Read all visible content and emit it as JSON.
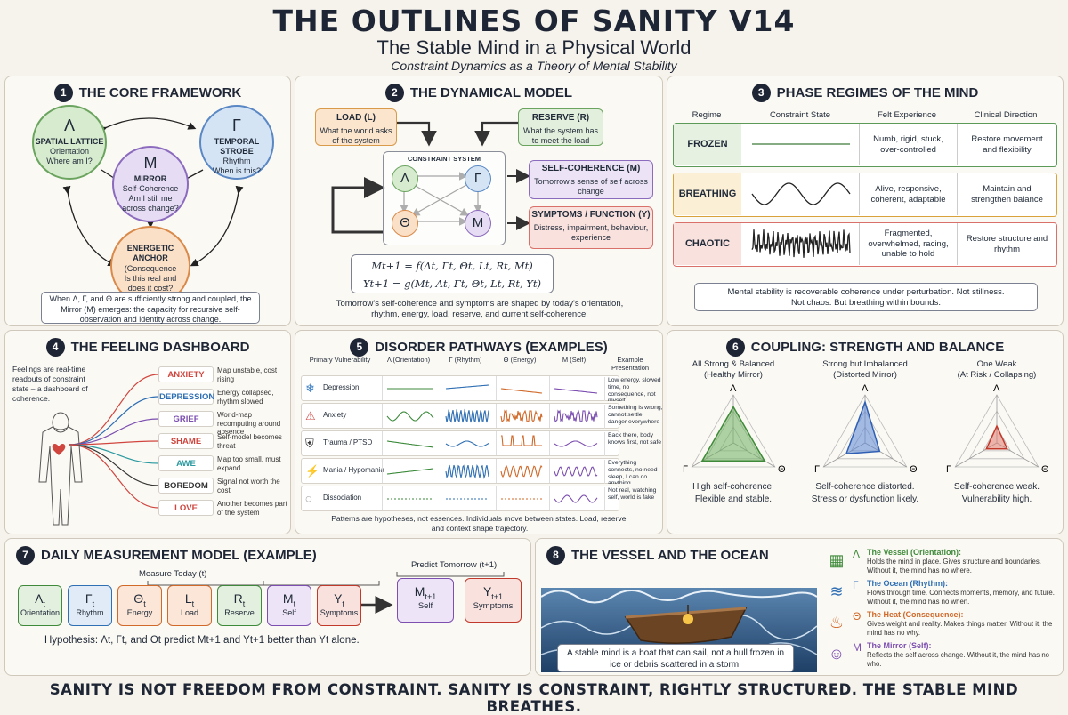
{
  "title": "THE OUTLINES OF SANITY V14",
  "subtitle": "The Stable Mind in a Physical World",
  "tagline": "Constraint Dynamics as a Theory of Mental Stability",
  "p1": {
    "num": "1",
    "title": "THE CORE FRAMEWORK",
    "lattice": {
      "g": "Λ",
      "name": "SPATIAL LATTICE",
      "d1": "Orientation",
      "d2": "Where am I?"
    },
    "strobe": {
      "g": "Γ",
      "name": "TEMPORAL STROBE",
      "d1": "Rhythm",
      "d2": "When is this?"
    },
    "mirror": {
      "g": "M",
      "name": "MIRROR",
      "d1": "Self-Coherence",
      "d2": "Am I still me",
      "d3": "across change?"
    },
    "anchor": {
      "name": "ENERGETIC ANCHOR",
      "d1": "(Consequence",
      "d2": "Is this real and",
      "d3": "does it cost?"
    },
    "note": "When Λ, Γ, and Θ are sufficiently strong and coupled, the Mirror (M) emerges: the capacity for recursive self-observation and identity across change."
  },
  "p2": {
    "num": "2",
    "title": "THE DYNAMICAL MODEL",
    "load": {
      "t": "LOAD (L)",
      "d": "What the world asks of the system"
    },
    "reserve": {
      "t": "RESERVE (R)",
      "d": "What the system has to meet the load"
    },
    "cs": "CONSTRAINT SYSTEM",
    "nl": "Λ",
    "ng": "Γ",
    "nt": "Θ",
    "nm": "M",
    "self": {
      "t": "SELF-COHERENCE (M)",
      "d": "Tomorrow's sense of self across change"
    },
    "symp": {
      "t": "SYMPTOMS / FUNCTION (Y)",
      "d": "Distress, impairment, behaviour, experience"
    },
    "eq1": "Mt+1 = f(Λt, Γt, Θt, Lt, Rt, Mt)",
    "eq2": "Yt+1 = g(Mt, Λt, Γt, Θt, Lt, Rt, Yt)",
    "caption": "Tomorrow's self-coherence and symptoms are shaped by today's orientation, rhythm, energy, load, reserve, and current self-coherence."
  },
  "p3": {
    "num": "3",
    "title": "PHASE REGIMES OF THE MIND",
    "headers": [
      "Regime",
      "Constraint State",
      "Felt Experience",
      "Clinical Direction"
    ],
    "rows": [
      {
        "name": "FROZEN",
        "felt": "Numb, rigid, stuck, over-controlled",
        "dir": "Restore movement and flexibility",
        "color": "#5c9a58",
        "bg": "#e6f1e2"
      },
      {
        "name": "BREATHING",
        "felt": "Alive, responsive, coherent, adaptable",
        "dir": "Maintain and strengthen balance",
        "color": "#d9a23a",
        "bg": "#fbefd6"
      },
      {
        "name": "CHAOTIC",
        "felt": "Fragmented, overwhelmed, racing, unable to hold",
        "dir": "Restore structure and rhythm",
        "color": "#d9706a",
        "bg": "#f9e1de"
      }
    ],
    "note": "Mental stability is recoverable coherence under perturbation. Not stillness. Not chaos. But breathing within bounds."
  },
  "p4": {
    "num": "4",
    "title": "THE FEELING DASHBOARD",
    "intro": "Feelings are real-time readouts of constraint state – a dashboard of coherence.",
    "items": [
      {
        "name": "ANXIETY",
        "desc": "Map unstable, cost rising",
        "color": "#d0463f"
      },
      {
        "name": "DEPRESSION",
        "desc": "Energy collapsed, rhythm slowed",
        "color": "#2f6fb3"
      },
      {
        "name": "GRIEF",
        "desc": "World-map recomputing around absence",
        "color": "#7c4fb0"
      },
      {
        "name": "SHAME",
        "desc": "Self-model becomes threat",
        "color": "#d0463f"
      },
      {
        "name": "AWE",
        "desc": "Map too small, must expand",
        "color": "#2b9aa0"
      },
      {
        "name": "BOREDOM",
        "desc": "Signal not worth the cost",
        "color": "#333333"
      },
      {
        "name": "LOVE",
        "desc": "Another becomes part of the system",
        "color": "#d0463f"
      }
    ]
  },
  "p5": {
    "num": "5",
    "title": "DISORDER PATHWAYS (EXAMPLES)",
    "headers": [
      "Primary Vulnerability",
      "Λ (Orientation)",
      "Γ (Rhythm)",
      "Θ (Energy)",
      "M (Self)",
      "Example Presentation"
    ],
    "rows": [
      {
        "name": "Depression",
        "icon": "❄",
        "ic": "#3b7ec4",
        "ex": "Low energy, slowed time, no consequence, not myself"
      },
      {
        "name": "Anxiety",
        "icon": "⚠",
        "ic": "#d0463f",
        "ex": "Something is wrong, cannot settle, danger everywhere"
      },
      {
        "name": "Trauma / PTSD",
        "icon": "⛨",
        "ic": "#333333",
        "ex": "Back there, body knows first, not safe"
      },
      {
        "name": "Mania / Hypomania",
        "icon": "⚡",
        "ic": "#e0a020",
        "ex": "Everything connects, no need sleep, I can do anything"
      },
      {
        "name": "Dissociation",
        "icon": "◌",
        "ic": "#555555",
        "ex": "Not real, watching self, world is fake"
      }
    ],
    "note": "Patterns are hypotheses, not essences. Individuals move between states. Load, reserve, and context shape trajectory."
  },
  "p6": {
    "num": "6",
    "title": "COUPLING: STRENGTH AND BALANCE",
    "charts": [
      {
        "t1": "All Strong & Balanced",
        "t2": "(Healthy Mirror)",
        "c1": "High self-coherence.",
        "c2": "Flexible and stable.",
        "color": "#3f8a3a",
        "fill": "#6fb060"
      },
      {
        "t1": "Strong but Imbalanced",
        "t2": "(Distorted Mirror)",
        "c1": "Self-coherence distorted.",
        "c2": "Stress or dysfunction likely.",
        "color": "#2f5fb3",
        "fill": "#5b86d6"
      },
      {
        "t1": "One Weak",
        "t2": "(At Risk / Collapsing)",
        "c1": "Self-coherence weak.",
        "c2": "Vulnerability high.",
        "color": "#c0392b",
        "fill": "#e07a70"
      }
    ],
    "axes": [
      "Λ",
      "Γ",
      "Θ"
    ]
  },
  "p7": {
    "num": "7",
    "title": "DAILY MEASUREMENT MODEL (EXAMPLE)",
    "measure": "Measure Today (t)",
    "predict": "Predict Tomorrow (t+1)",
    "boxes": [
      {
        "g": "Λ",
        "s": "t",
        "l": "Orientation",
        "c": "#3f8a3a",
        "bg": "#e3f0df"
      },
      {
        "g": "Γ",
        "s": "t",
        "l": "Rhythm",
        "c": "#2f6fb3",
        "bg": "#e1ebf7"
      },
      {
        "g": "Θ",
        "s": "t",
        "l": "Energy",
        "c": "#d0692a",
        "bg": "#fbe6d8"
      },
      {
        "g": "L",
        "s": "t",
        "l": "Load",
        "c": "#d0692a",
        "bg": "#fbe6d8"
      },
      {
        "g": "R",
        "s": "t",
        "l": "Reserve",
        "c": "#3f8a3a",
        "bg": "#e3f0df"
      },
      {
        "g": "M",
        "s": "t",
        "l": "Self",
        "c": "#7c4fb0",
        "bg": "#eee4f7"
      },
      {
        "g": "Y",
        "s": "t",
        "l": "Symptoms",
        "c": "#c0392b",
        "bg": "#f9e1de"
      }
    ],
    "out": [
      {
        "g": "M",
        "s": "t+1",
        "l": "Self",
        "c": "#7c4fb0",
        "bg": "#eee4f7"
      },
      {
        "g": "Y",
        "s": "t+1",
        "l": "Symptoms",
        "c": "#c0392b",
        "bg": "#f9e1de"
      }
    ],
    "hyp": "Hypothesis: Λt, Γt, and Θt predict Mt+1 and Yt+1 better than Yt alone."
  },
  "p8": {
    "num": "8",
    "title": "THE VESSEL AND THE OCEAN",
    "caption": "A stable mind is a boat that can sail, not a hull frozen in ice or debris scattered in a storm.",
    "legend": [
      {
        "g": "Λ",
        "t": "The Vessel (Orientation):",
        "d": "Holds the mind in place. Gives structure and boundaries. Without it, the mind has no where.",
        "c": "#3f8a3a",
        "icon": "▦"
      },
      {
        "g": "Γ",
        "t": "The Ocean (Rhythm):",
        "d": "Flows through time. Connects moments, memory, and future. Without it, the mind has no when.",
        "c": "#2f6fb3",
        "icon": "≋"
      },
      {
        "g": "Θ",
        "t": "The Heat (Consequence):",
        "d": "Gives weight and reality. Makes things matter. Without it, the mind has no why.",
        "c": "#d0692a",
        "icon": "♨"
      },
      {
        "g": "M",
        "t": "The Mirror (Self):",
        "d": "Reflects the self across change. Without it, the mind has no who.",
        "c": "#7c4fb0",
        "icon": "☺"
      }
    ]
  },
  "footer": "SANITY IS NOT FREEDOM FROM CONSTRAINT. SANITY IS CONSTRAINT, RIGHTLY STRUCTURED. THE STABLE MIND BREATHES."
}
